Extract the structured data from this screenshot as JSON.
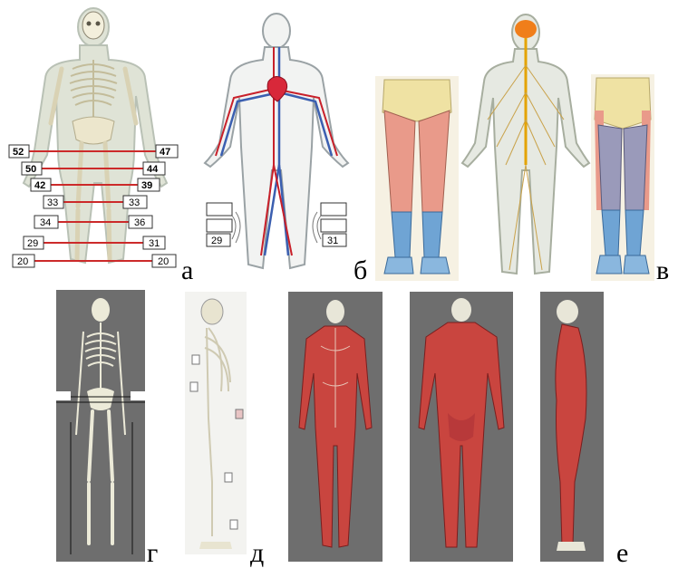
{
  "panel_letters": {
    "a": "а",
    "b": "б",
    "v": "в",
    "g": "г",
    "d": "д",
    "e": "е"
  },
  "skeleton_measurements": {
    "left": [
      "52",
      "50",
      "42",
      "33",
      "34",
      "29",
      "20"
    ],
    "right": [
      "47",
      "44",
      "39",
      "33",
      "36",
      "31",
      "20"
    ]
  },
  "circulatory_labels": {
    "left": "29",
    "right": "31"
  },
  "colors": {
    "measure_line": "#cc2a2a",
    "bone": "#e8e2c8",
    "body_outline": "#b9c1b5",
    "muscle": "#c9453f",
    "skin_thigh": "#e99a8a",
    "skin_lower": "#6fa4d4",
    "spine_nerve": "#e4a300",
    "brain": "#f07e1a",
    "dark_bg": "#6e6e6e"
  }
}
